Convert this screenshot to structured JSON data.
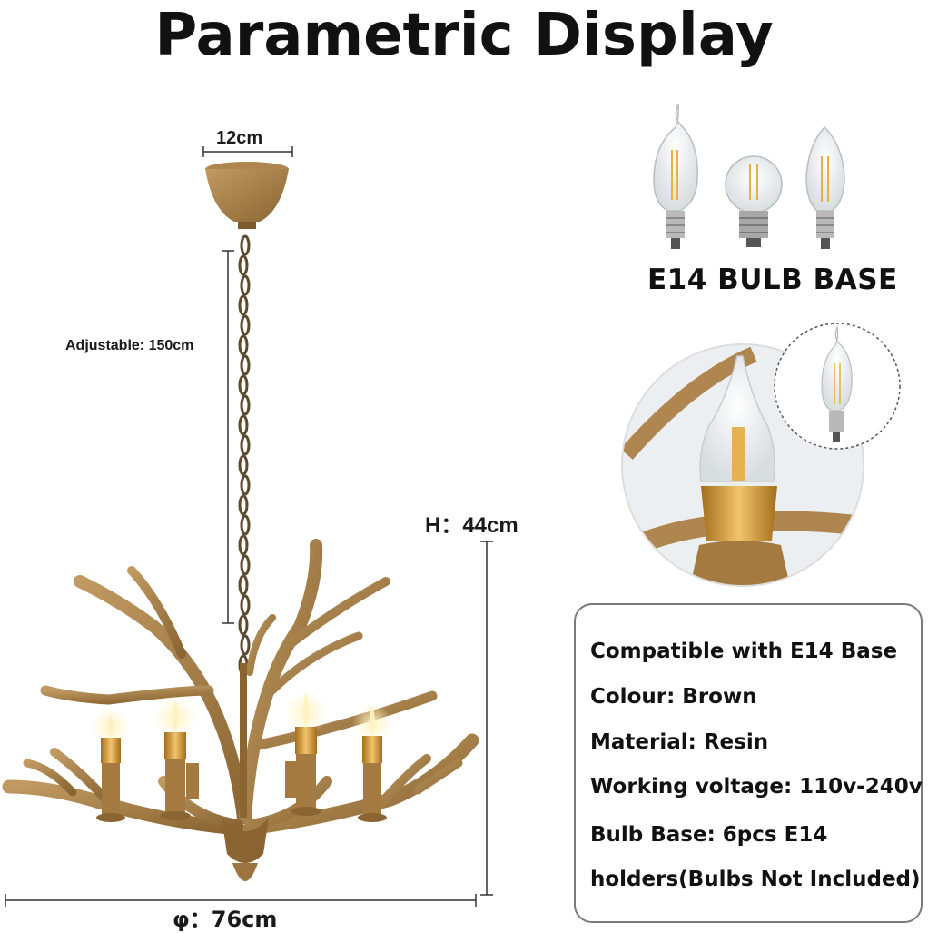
{
  "title": "Parametric Display",
  "dimensions": {
    "canopy_width": "12cm",
    "chain_length": "Adjustable: 150cm",
    "height": "H：44cm",
    "diameter": "φ：76cm"
  },
  "bulb_base_label": "E14 BULB BASE",
  "specs": [
    "Compatible with E14 Base",
    "Colour: Brown",
    "Material: Resin",
    "Working voltage: 110v-240v",
    "Bulb Base: 6pcs E14",
    "holders(Bulbs Not Included)"
  ],
  "colors": {
    "antler": "#a8804a",
    "antler_dark": "#7d5a2c",
    "gold": "#c8902e"
  }
}
